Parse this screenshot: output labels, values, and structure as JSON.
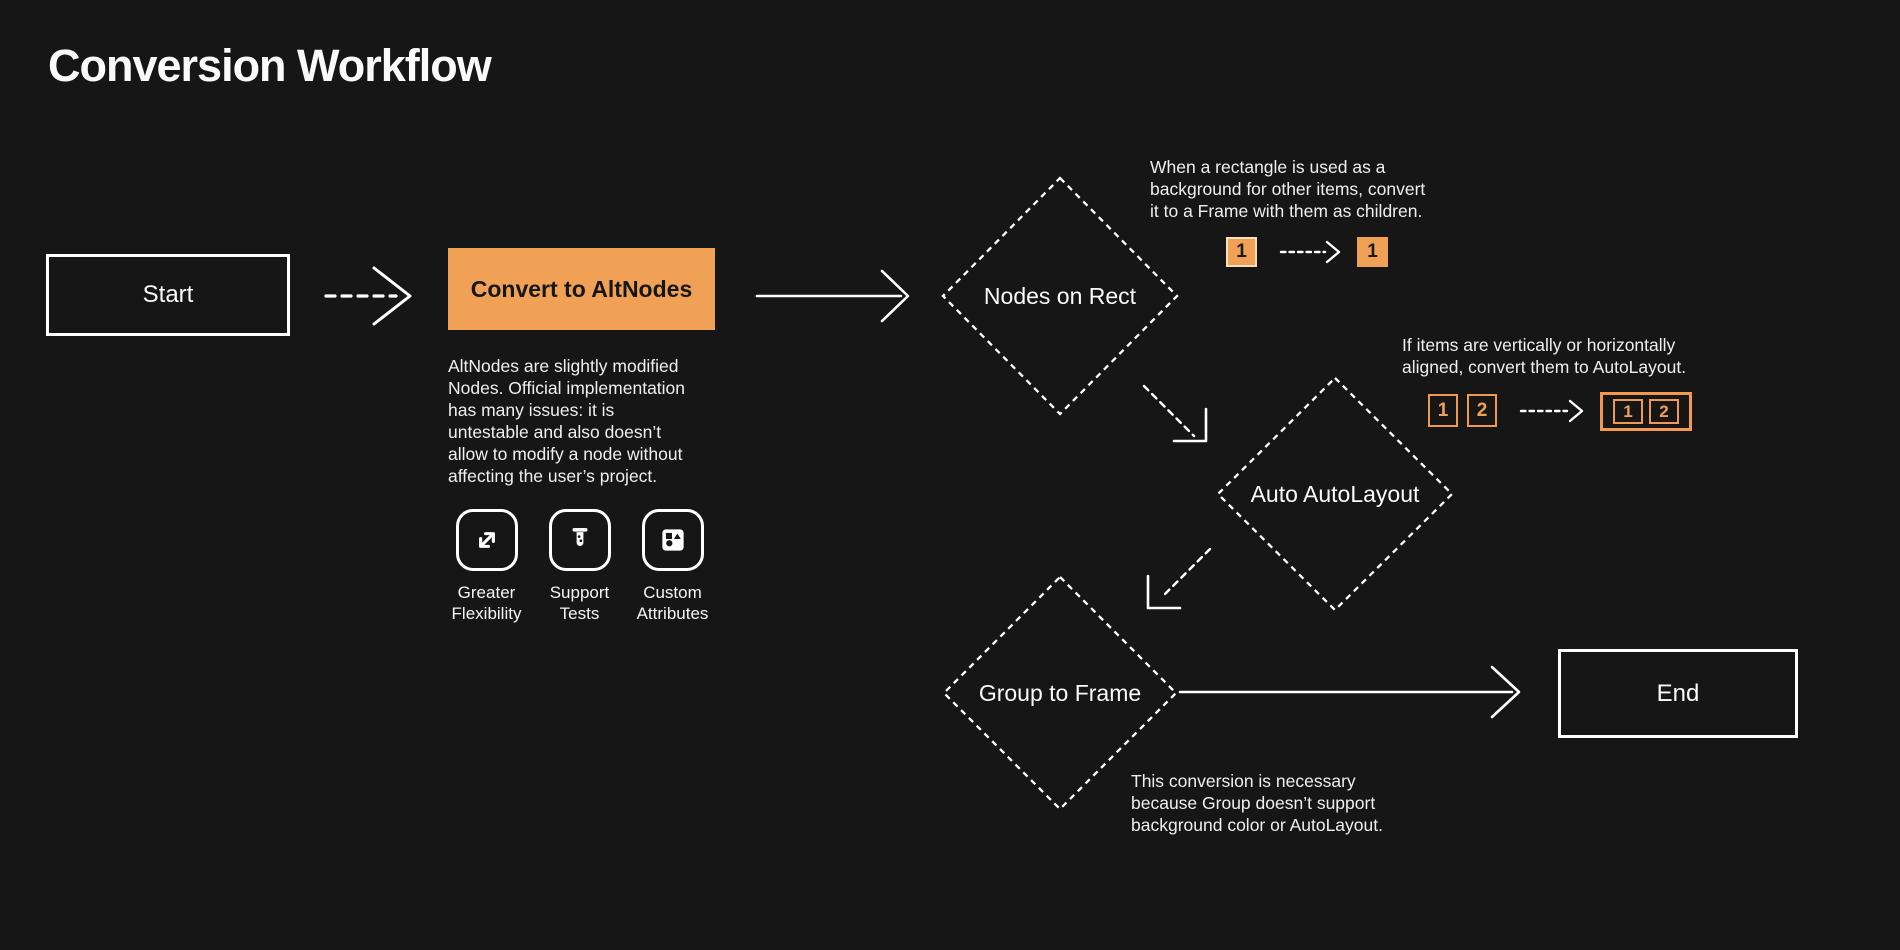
{
  "title": "Conversion Workflow",
  "colors": {
    "background": "#161616",
    "accent_orange": "#F0A155",
    "orange_border": "#F2994E",
    "line_white": "#FFFFFF",
    "text": "#EFEFEF"
  },
  "flow": {
    "start": {
      "label": "Start"
    },
    "convert": {
      "label": "Convert to AltNodes",
      "description": "AltNodes are slightly modified\nNodes. Official implementation\nhas many issues: it is\nuntestable and also doesn’t\nallow to modify a node without\naffecting the user’s project."
    },
    "features": [
      {
        "icon": "expand-icon",
        "label": "Greater\nFlexibility"
      },
      {
        "icon": "test-tube-icon",
        "label": "Support\nTests"
      },
      {
        "icon": "shapes-icon",
        "label": "Custom\nAttributes"
      }
    ],
    "nodes_on_rect": {
      "label": "Nodes on Rect"
    },
    "auto_autolayout": {
      "label": "Auto AutoLayout"
    },
    "group_to_frame": {
      "label": "Group to Frame"
    },
    "end": {
      "label": "End"
    }
  },
  "annotations": {
    "rect_to_frame": {
      "text": "When a rectangle is used as a\nbackground for other items, convert\nit to a Frame with them as children.",
      "before_item": "1",
      "after_item": "1"
    },
    "autolayout": {
      "text": "If items are vertically or horizontally\naligned, convert them to AutoLayout.",
      "before_items": [
        "1",
        "2"
      ],
      "after_items": [
        "1",
        "2"
      ]
    },
    "group_note": {
      "text": "This conversion is necessary\nbecause Group doesn’t support\nbackground color or AutoLayout."
    }
  }
}
